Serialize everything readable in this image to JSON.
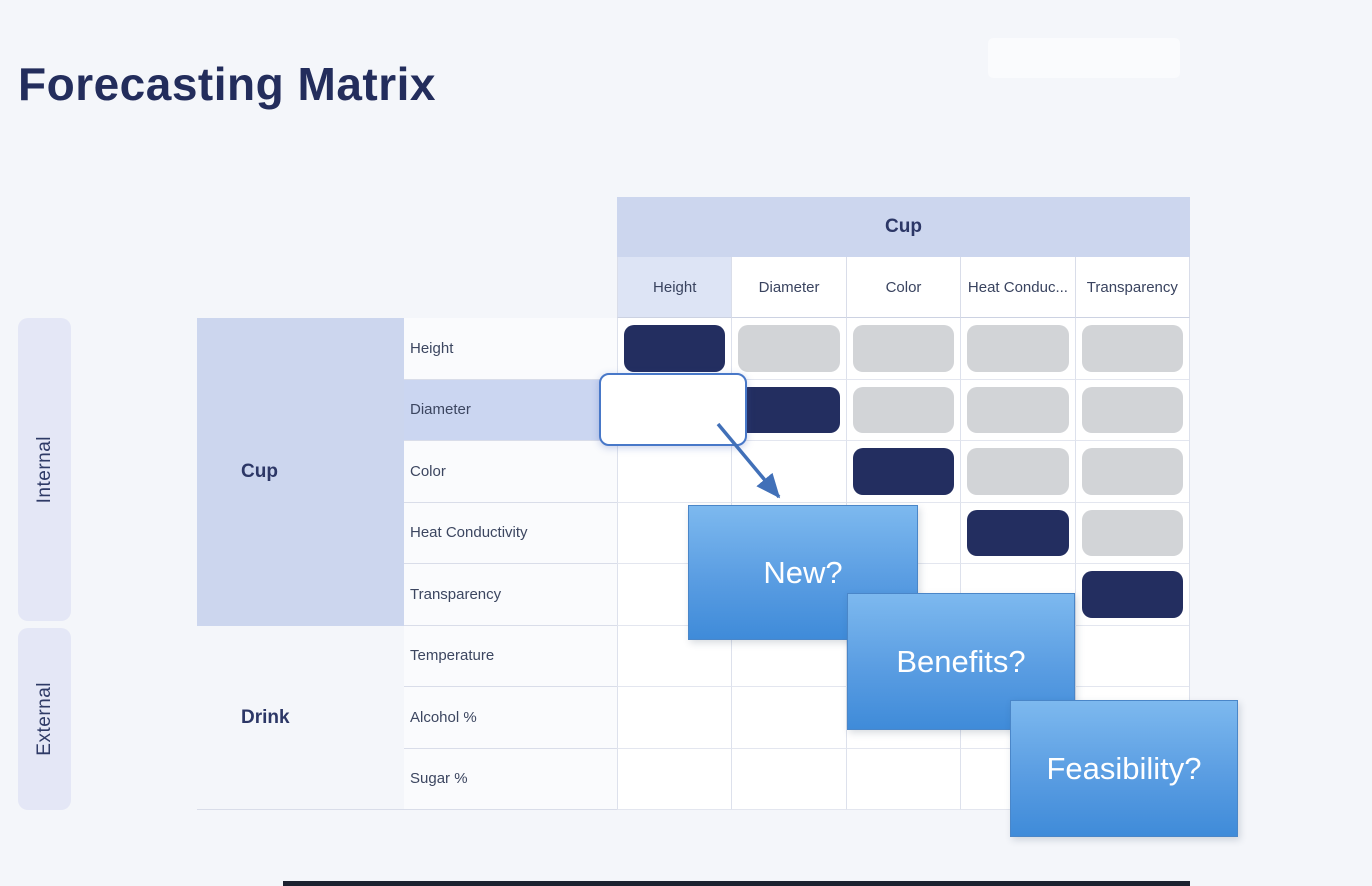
{
  "page": {
    "title": "Forecasting Matrix"
  },
  "side_tabs": [
    {
      "label": "Internal"
    },
    {
      "label": "External"
    }
  ],
  "matrix": {
    "top_header": "Cup",
    "columns": [
      "Height",
      "Diameter",
      "Color",
      "Heat Conduc...",
      "Transparency"
    ],
    "row_groups": [
      {
        "label": "Cup",
        "rows": [
          "Height",
          "Diameter",
          "Color",
          "Heat Conductivity",
          "Transparency"
        ]
      },
      {
        "label": "Drink",
        "rows": [
          "Temperature",
          "Alcohol %",
          "Sugar %"
        ]
      }
    ],
    "cells": [
      [
        "dark",
        "gray",
        "gray",
        "gray",
        "gray"
      ],
      [
        "selected",
        "dark",
        "gray",
        "gray",
        "gray"
      ],
      [
        "empty",
        "empty",
        "dark",
        "gray",
        "gray"
      ],
      [
        "empty",
        "empty",
        "empty",
        "dark",
        "gray"
      ],
      [
        "empty",
        "empty",
        "empty",
        "empty",
        "dark"
      ],
      [
        "empty",
        "empty",
        "empty",
        "empty",
        "empty"
      ],
      [
        "empty",
        "empty",
        "empty",
        "empty",
        "empty"
      ],
      [
        "empty",
        "empty",
        "empty",
        "empty",
        "empty"
      ]
    ],
    "selected_cell": {
      "row": "Diameter",
      "column": "Height"
    }
  },
  "callouts": [
    {
      "label": "New?"
    },
    {
      "label": "Benefits?"
    },
    {
      "label": "Feasibility?"
    }
  ],
  "colors": {
    "background": "#f4f6fa",
    "header_band": "#ccd6ee",
    "dark_cell": "#232e60",
    "gray_cell": "#d2d4d7",
    "selected_border": "#4878c8",
    "callout_blue": "#4f96de",
    "title_navy": "#232d5c"
  }
}
